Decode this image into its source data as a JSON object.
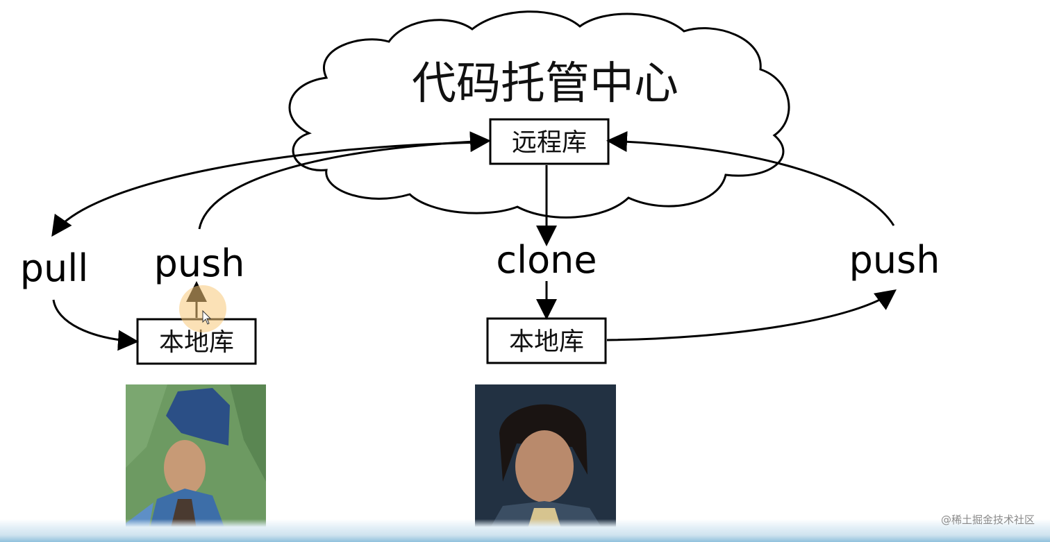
{
  "cloud": {
    "title": "代码托管中心"
  },
  "nodes": {
    "remote_repo": "远程库",
    "local_repo_left": "本地库",
    "local_repo_right": "本地库"
  },
  "actions": {
    "pull": "pull",
    "push_left": "push",
    "clone": "clone",
    "push_right": "push"
  },
  "watermark": "@稀土掘金技术社区",
  "colors": {
    "line": "#000000",
    "box_border": "#000000",
    "background": "#ffffff",
    "cursor_highlight": "#f7c97a"
  }
}
